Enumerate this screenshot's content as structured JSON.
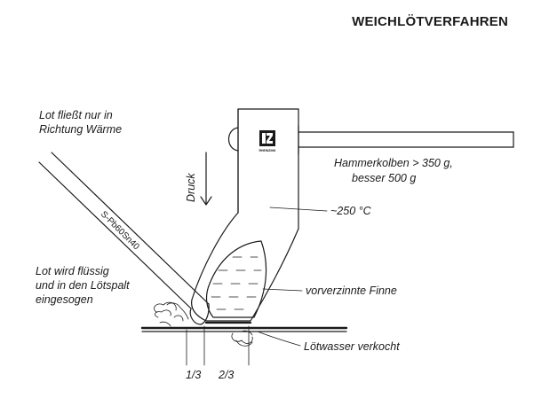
{
  "diagram": {
    "title": "WEICHLÖTVERFAHREN",
    "labels": {
      "flow_line1": "Lot fließt nur in",
      "flow_line2": "Richtung Wärme",
      "pressure": "Druck",
      "hammer_line1": "Hammerkolben > 350 g,",
      "hammer_line2": "besser 500 g",
      "temperature": "~250 °C",
      "solder_rod": "S-Pb60Sn40",
      "liquid_line1": "Lot wird flüssig",
      "liquid_line2": "und in den Lötspalt",
      "liquid_line3": "eingesogen",
      "tinned_tip": "vorverzinnte Finne",
      "flux": "Lötwasser verkocht",
      "third_left": "1/3",
      "third_right": "2/3"
    },
    "logo": {
      "brand": "RHEINZINK",
      "icon": "rheinzink-logo-icon"
    }
  }
}
